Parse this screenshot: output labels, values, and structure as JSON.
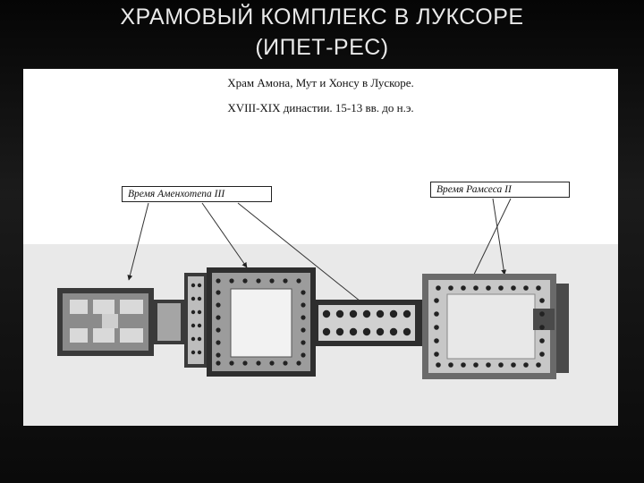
{
  "slide": {
    "title_line1": "ХРАМОВЫЙ КОМПЛЕКС В ЛУКСОРЕ",
    "title_line2": "(ИПЕТ-РЕС)"
  },
  "diagram": {
    "caption_line1": "Храм Амона, Мут и Хонсу в Лускоре.",
    "caption_line2": "XVIII-XIX династии. 15-13 вв. до н.э.",
    "label_left": "Время Аменхотепа III",
    "label_right": "Время Рамсеса II"
  }
}
